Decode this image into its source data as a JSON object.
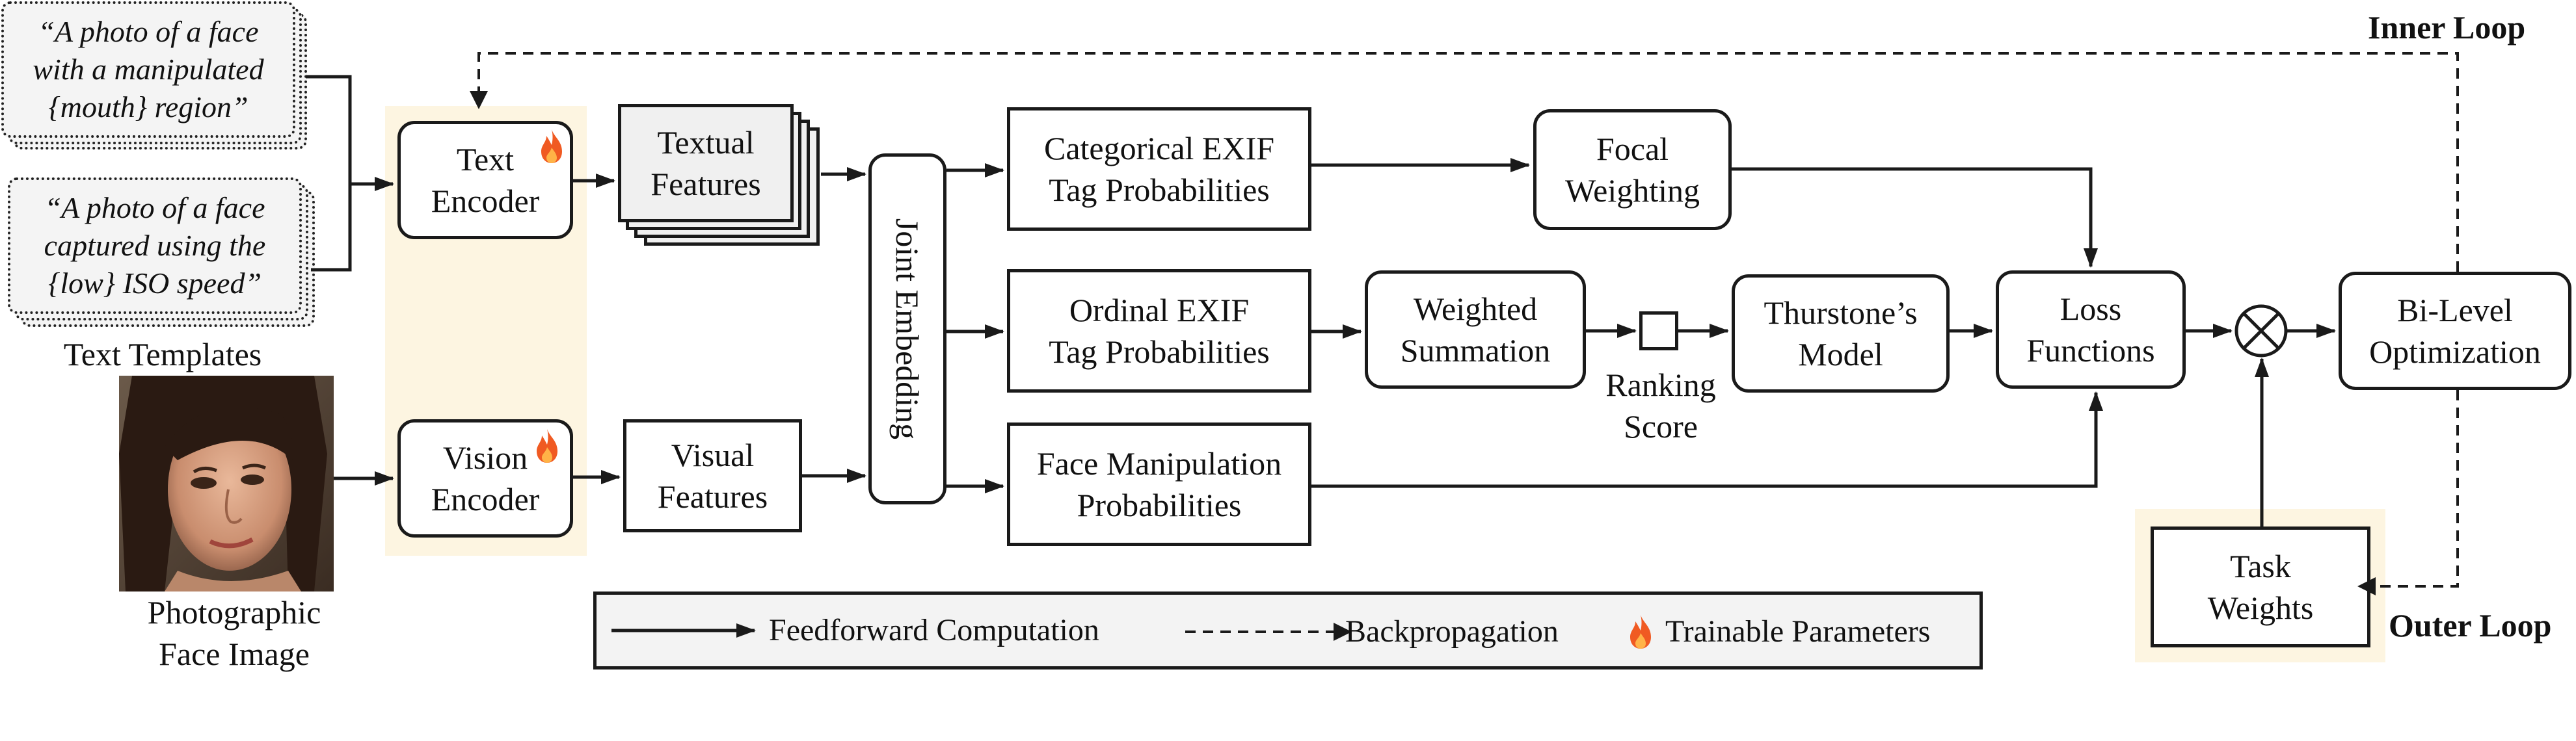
{
  "templates": {
    "template1": "“A photo of a face\nwith a manipulated\n{mouth} region”",
    "template2": "“A photo of a face\ncaptured using the\n{low} ISO speed”",
    "caption": "Text Templates"
  },
  "image": {
    "caption": "Photographic\nFace Image"
  },
  "nodes": {
    "text_encoder": "Text\nEncoder",
    "vision_encoder": "Vision\nEncoder",
    "textual_features": "Textual\nFeatures",
    "visual_features": "Visual\nFeatures",
    "joint_embedding": "Joint Embedding",
    "categorical_exif": "Categorical EXIF\nTag Probabilities",
    "ordinal_exif": "Ordinal EXIF\nTag Probabilities",
    "face_manipulation": "Face Manipulation\nProbabilities",
    "focal_weighting": "Focal\nWeighting",
    "weighted_summation": "Weighted\nSummation",
    "ranking_score": "Ranking\nScore",
    "thurstone": "Thurstone’s\nModel",
    "loss_functions": "Loss\nFunctions",
    "bilevel": "Bi-Level\nOptimization",
    "task_weights": "Task\nWeights"
  },
  "loops": {
    "inner": "Inner Loop",
    "outer": "Outer Loop"
  },
  "legend": {
    "feedforward": "Feedforward Computation",
    "backprop": "Backpropagation",
    "trainable": "Trainable Parameters"
  },
  "colors": {
    "highlight": "#fdf5e1",
    "fire_outer": "#f05a22",
    "fire_inner": "#ffb347",
    "legend_bg": "#f3f3f3"
  }
}
